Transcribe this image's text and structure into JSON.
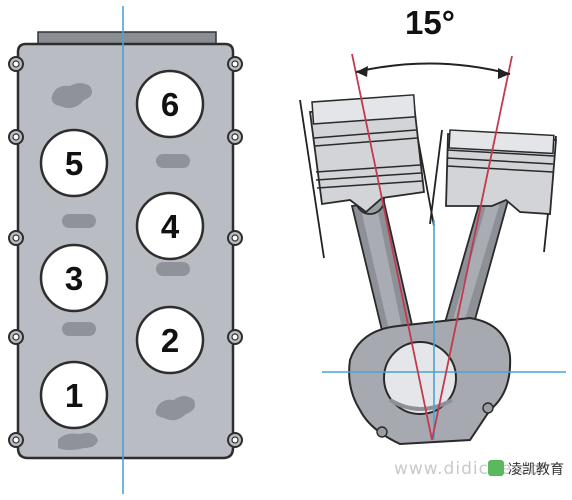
{
  "angle": {
    "label": "15°",
    "degrees": 15
  },
  "cylinders": [
    {
      "number": "1",
      "bank": "left"
    },
    {
      "number": "2",
      "bank": "right"
    },
    {
      "number": "3",
      "bank": "left"
    },
    {
      "number": "4",
      "bank": "right"
    },
    {
      "number": "5",
      "bank": "left"
    },
    {
      "number": "6",
      "bank": "right"
    }
  ],
  "watermark": {
    "site": "www.didiche.cn",
    "brand": "凌凯教育"
  },
  "colors": {
    "cylinder_head": "#b9bcc2",
    "gasket_outline": "#333333",
    "guide_line": "#4aa3d8",
    "angle_line": "#c23a4e",
    "piston": "#d2d4d8",
    "rod": "#8d9097"
  }
}
